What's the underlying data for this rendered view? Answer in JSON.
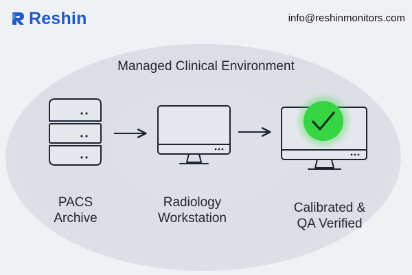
{
  "brand": {
    "name": "Reshin",
    "email": "info@reshinmonitors.com",
    "color": "#1e5bc8"
  },
  "diagram": {
    "title": "Managed Clinical Environment",
    "nodes": [
      {
        "id": "pacs",
        "label": "PACS\nArchive",
        "icon": "server-stack-icon"
      },
      {
        "id": "workstation",
        "label": "Radiology\nWorkstation",
        "icon": "monitor-icon"
      },
      {
        "id": "verified",
        "label": "Calibrated &\nQA Verified",
        "icon": "monitor-check-icon"
      }
    ],
    "connections": [
      {
        "from": "pacs",
        "to": "workstation"
      },
      {
        "from": "workstation",
        "to": "verified"
      }
    ],
    "colors": {
      "stroke": "#1c2430",
      "check_glow": "#39d645",
      "background": "#f0f1f5",
      "environment": "#dcdee5"
    }
  }
}
